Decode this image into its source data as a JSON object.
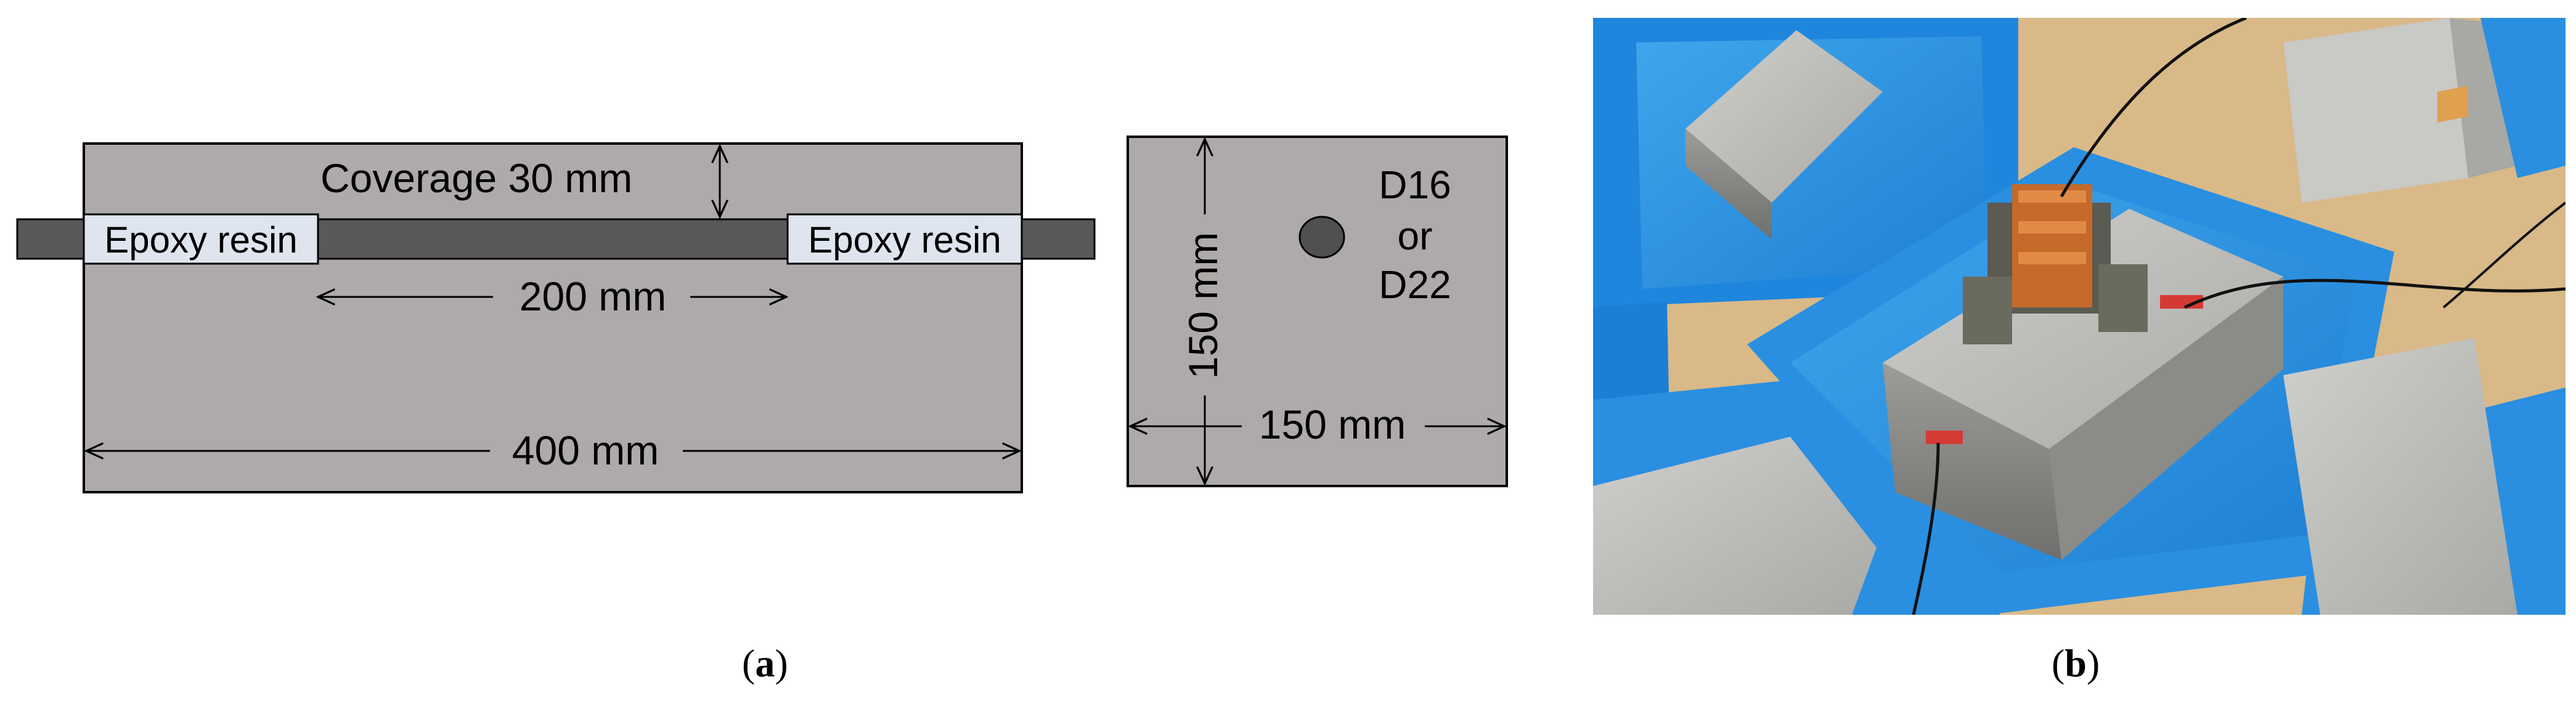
{
  "figure": {
    "longitudinal": {
      "coverage_label": "Coverage 30 mm",
      "epoxy_left": "Epoxy resin",
      "epoxy_right": "Epoxy resin",
      "inner_length_label": "200 mm",
      "total_length_label": "400 mm"
    },
    "cross_section": {
      "height_label": "150 mm",
      "width_label": "150 mm",
      "bar_label_line1": "D16",
      "bar_label_line2": "or",
      "bar_label_line3": "D22"
    },
    "captions": {
      "a": "a",
      "b": "b"
    }
  },
  "colors": {
    "concrete_gray": "#adaaa9",
    "rebar_dark": "#595959",
    "epoxy_fill": "#dee5ee",
    "tray_blue": "#2a8fe0"
  }
}
